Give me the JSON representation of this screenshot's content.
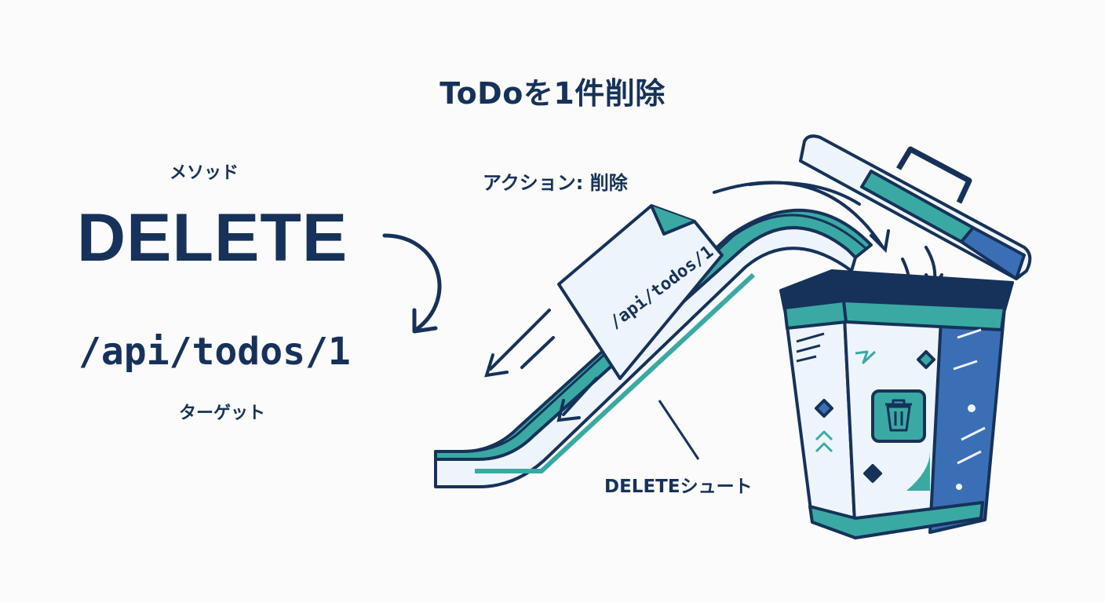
{
  "title": "ToDoを1件削除",
  "method": {
    "label": "メソッド",
    "value": "DELETE"
  },
  "target": {
    "value": "/api/todos/1",
    "label": "ターゲット"
  },
  "action": {
    "label": "アクション: 削除"
  },
  "paper": {
    "text": "/api/todos/1"
  },
  "chute": {
    "label": "DELETEシュート"
  },
  "icons": [
    "trash-can-icon",
    "curved-arrow-icon",
    "document-icon",
    "chute-icon"
  ],
  "colors": {
    "navy": "#16325a",
    "teal": "#3aa9a3",
    "blue": "#3b6fb5",
    "paper": "#eef4fb"
  }
}
